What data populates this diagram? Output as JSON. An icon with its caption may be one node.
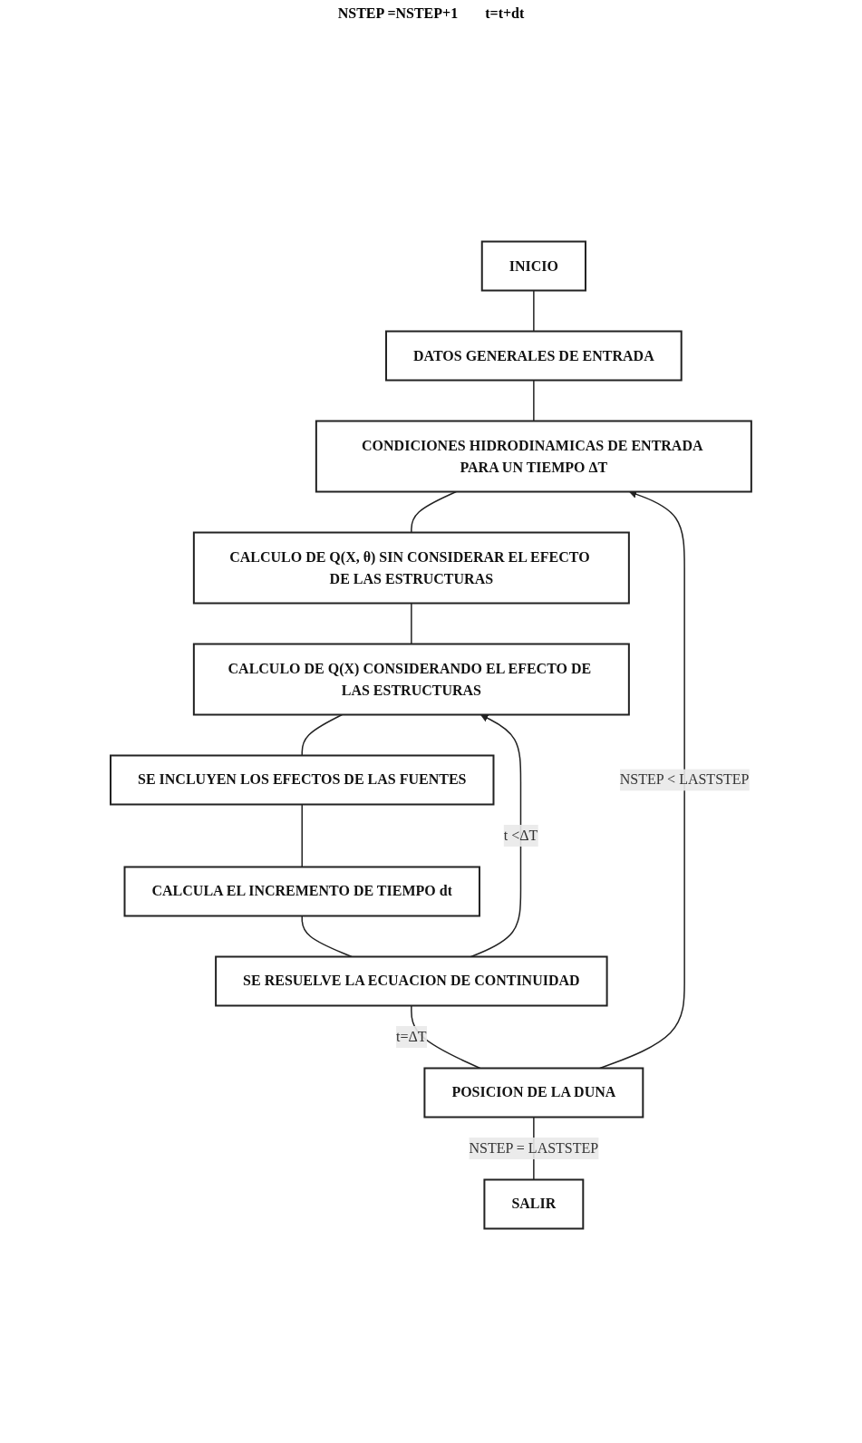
{
  "diagram": {
    "nodes": [
      {
        "text": [
          "INICIO"
        ]
      },
      {
        "text": [
          "DATOS GENERALES DE ENTRADA"
        ]
      },
      {
        "text": [
          "CONDICIONES HIDRODINAMICAS DE ENTRADA PARA UN TIEMPO ΔT"
        ]
      },
      {
        "text": [
          "CALCULO DE Q(X, θ) SIN CONSIDERAR EL EFECTO DE LAS ESTRUCTURAS"
        ]
      },
      {
        "text": [
          "CALCULO DE Q(X) CONSIDERANDO EL EFECTO DE LAS ESTRUCTURAS"
        ]
      },
      {
        "text": [
          "SE INCLUYEN LOS EFECTOS DE LAS FUENTES"
        ]
      },
      {
        "text": [
          "CALCULA EL INCREMENTO DE TIEMPO dt"
        ]
      },
      {
        "text": [
          "SE RESUELVE LA ECUACION DE CONTINUIDAD"
        ]
      },
      {
        "text": [
          "POSICION DE LA DUNA"
        ]
      },
      {
        "text": [
          "SALIR"
        ]
      }
    ],
    "edges": [
      {
        "from": 0,
        "to": 1,
        "arrow": "none"
      },
      {
        "from": 1,
        "to": 2,
        "arrow": "none"
      },
      {
        "from": 2,
        "to": 3,
        "arrow": "none"
      },
      {
        "from": 3,
        "to": 4,
        "arrow": "none"
      },
      {
        "from": 4,
        "to": 5,
        "arrow": "none"
      },
      {
        "from": 5,
        "to": 6,
        "arrow": "none"
      },
      {
        "from": 6,
        "to": 7,
        "arrow": "none"
      },
      {
        "from": 7,
        "to": 4,
        "arrow": "to",
        "label": "t <ΔT"
      },
      {
        "from": 7,
        "to": 8,
        "arrow": "none",
        "label": "t=ΔT"
      },
      {
        "from": 8,
        "to": 2,
        "arrow": "to",
        "label": "NSTEP < LASTSTEP"
      },
      {
        "from": 8,
        "to": 9,
        "arrow": "none",
        "label": "NSTEP = LASTSTEP"
      }
    ],
    "labels": [
      "NSTEP =NSTEP+1",
      "t=t+dt"
    ]
  }
}
